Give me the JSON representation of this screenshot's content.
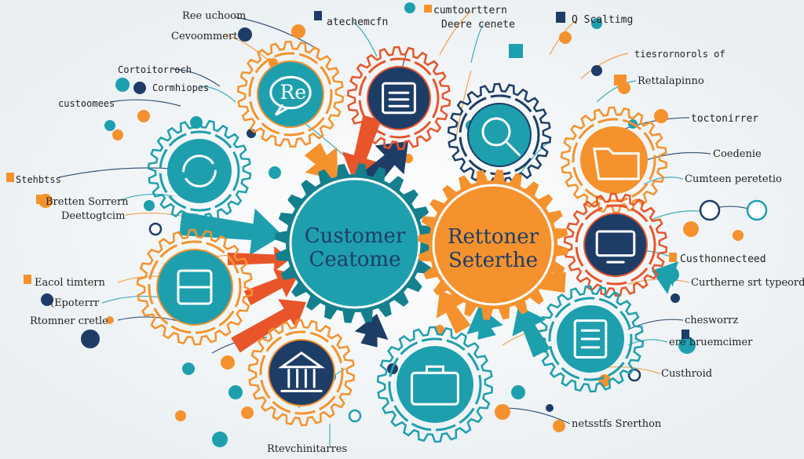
{
  "colors": {
    "teal": "#1e9fae",
    "teal_dark": "#14808d",
    "orange": "#f5922e",
    "orange_red": "#e8552b",
    "navy": "#1e3d66",
    "bg": "#f3f6f8",
    "text": "#222222"
  },
  "hubs": {
    "left": {
      "line1": "Customer",
      "line2": "Ceatome"
    },
    "right": {
      "line1": "Rettoner",
      "line2": "Seterthe"
    }
  },
  "labels": {
    "l01": "Ree uchoom",
    "l02": "Cevoommert",
    "l03": "atechemcfn",
    "l04": "cumtoorttern",
    "l05": "Deere  cenete",
    "l06": "Q Scaltimg",
    "l07": "Cortoitorroch",
    "l08": "Cormhiopes",
    "l09": "custoomees",
    "l10": "tiesrornorols of",
    "l11": "Rettalapinno",
    "l12": "toctonirrer",
    "l13": "Stehbtss",
    "l14": "Bretten Sorrern",
    "l15": "Deettogtcim",
    "l16": "Coedenie",
    "l17": "Cumteen peretetio",
    "l18": "Eacol timtern",
    "l19": "(Epoterrr",
    "l20": "Rtomner cretle",
    "l21": "Custhonnecteed",
    "l22": "Curtherne srt typeords",
    "l23": "chesworrz",
    "l24": "ere  bruemcimer",
    "l25": "Custhroid",
    "l26": "netsstfs Srerthon",
    "l27": "Rtevchinitarres"
  },
  "icons": [
    "chat-bubble-icon",
    "document-icon",
    "search-magnifier-icon",
    "folder-icon",
    "monitor-icon",
    "circular-arrows-icon",
    "package-box-icon",
    "bank-building-icon",
    "briefcase-icon",
    "checklist-icon"
  ]
}
